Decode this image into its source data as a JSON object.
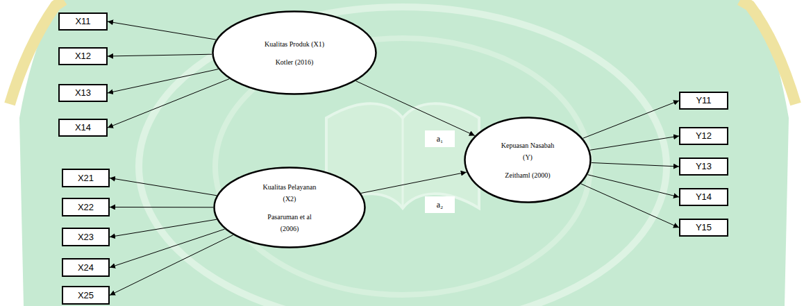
{
  "diagram": {
    "nodes": [
      {
        "text": [
          "Kualitas Produk (X1)",
          "Kotler (2016)"
        ]
      },
      {
        "text": [
          "X11"
        ]
      },
      {
        "text": [
          "X12"
        ]
      },
      {
        "text": [
          "X13"
        ]
      },
      {
        "text": [
          "X14"
        ]
      },
      {
        "text": [
          "Kualitas Pelayanan (X2)",
          "Pasaruman et al (2006)"
        ]
      },
      {
        "text": [
          "X21"
        ]
      },
      {
        "text": [
          "X22"
        ]
      },
      {
        "text": [
          "X23"
        ]
      },
      {
        "text": [
          "X24"
        ]
      },
      {
        "text": [
          "X25"
        ]
      },
      {
        "text": [
          "Kepuasan Nasabah (Y)",
          "Zeithaml (2000)"
        ]
      },
      {
        "text": [
          "Y11"
        ]
      },
      {
        "text": [
          "Y12"
        ]
      },
      {
        "text": [
          "Y13"
        ]
      },
      {
        "text": [
          "Y14"
        ]
      },
      {
        "text": [
          "Y15"
        ]
      }
    ],
    "edges": [
      {
        "from": 0,
        "to": 1,
        "arrow": "to"
      },
      {
        "from": 0,
        "to": 2,
        "arrow": "to"
      },
      {
        "from": 0,
        "to": 3,
        "arrow": "to"
      },
      {
        "from": 0,
        "to": 4,
        "arrow": "to"
      },
      {
        "from": 0,
        "to": 11,
        "label": "a₁",
        "arrow": "to"
      },
      {
        "from": 5,
        "to": 6,
        "arrow": "to"
      },
      {
        "from": 5,
        "to": 7,
        "arrow": "to"
      },
      {
        "from": 5,
        "to": 8,
        "arrow": "to"
      },
      {
        "from": 5,
        "to": 9,
        "arrow": "to"
      },
      {
        "from": 5,
        "to": 10,
        "arrow": "to"
      },
      {
        "from": 5,
        "to": 11,
        "label": "a₂",
        "arrow": "to"
      },
      {
        "from": 11,
        "to": 12,
        "arrow": "to"
      },
      {
        "from": 11,
        "to": 13,
        "arrow": "to"
      },
      {
        "from": 11,
        "to": 14,
        "arrow": "to"
      },
      {
        "from": 11,
        "to": 15,
        "arrow": "to"
      },
      {
        "from": 11,
        "to": 16,
        "arrow": "to"
      }
    ]
  }
}
